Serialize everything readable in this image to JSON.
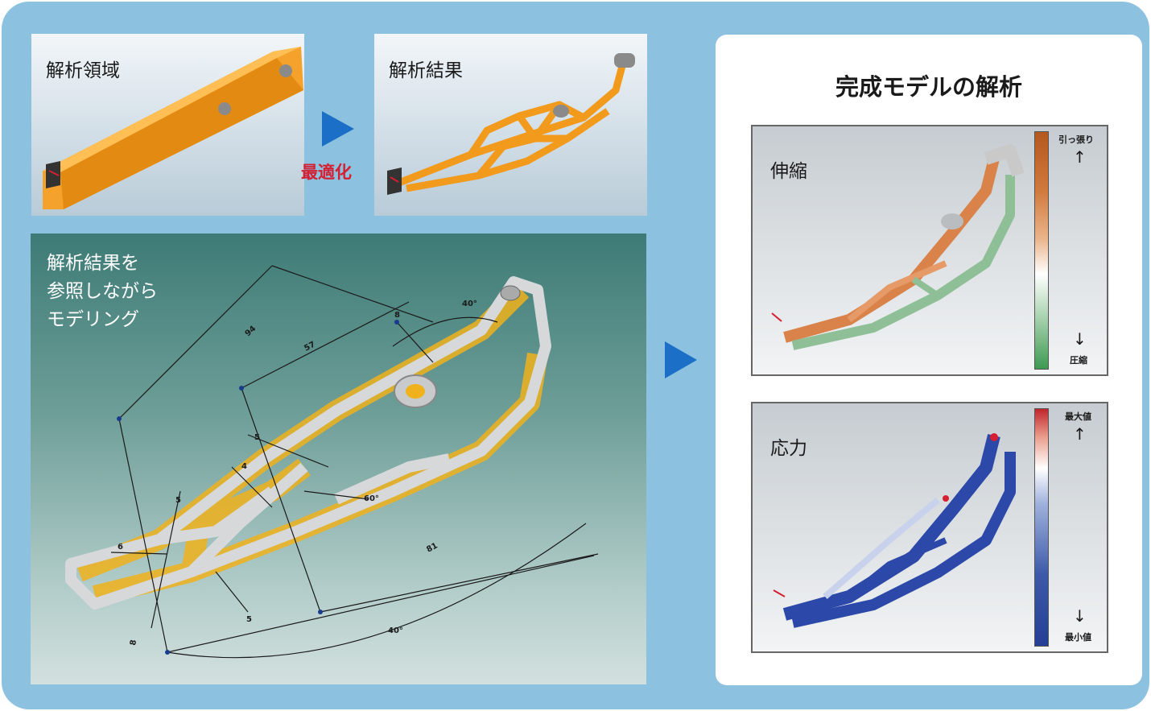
{
  "panels": {
    "analysis_domain": "解析領域",
    "analysis_result": "解析結果",
    "optimize": "最適化",
    "modeling_lines": [
      "解析結果を",
      "参照しながら",
      "モデリング"
    ]
  },
  "dimensions": {
    "d94": "94",
    "d57": "57",
    "d8a": "8",
    "d40a": "40°",
    "d5a": "5",
    "d4": "4",
    "d5b": "5",
    "d6": "6",
    "d60": "60°",
    "d81": "81",
    "d5c": "5",
    "d8b": "8",
    "d40b": "40°"
  },
  "final": {
    "title": "完成モデルの解析",
    "strain": {
      "label": "伸縮",
      "top": "引っ張り",
      "up_arrow": "↑",
      "down_arrow": "↓",
      "bottom": "圧縮"
    },
    "stress": {
      "label": "応力",
      "top": "最大値",
      "up_arrow": "↑",
      "down_arrow": "↓",
      "bottom": "最小値"
    }
  },
  "colors": {
    "frame": "#8cc2df",
    "arrow": "#1c6fc6",
    "orange": "#f29a1c",
    "optimize_text": "#d42032"
  },
  "icons": {
    "step_arrow": "play-triangle-icon",
    "force": "force-arrow-icon"
  }
}
